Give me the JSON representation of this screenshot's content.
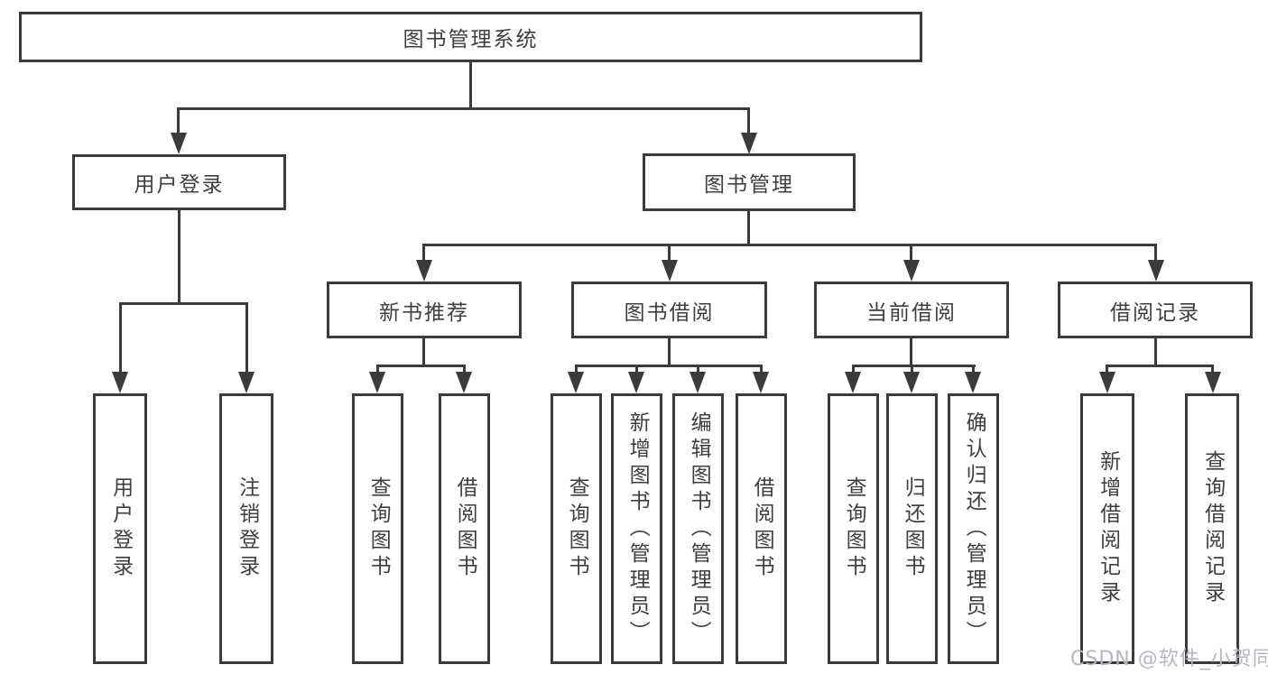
{
  "diagram": {
    "root": "图书管理系统",
    "user_login": {
      "label": "用户登录",
      "children": [
        "用户登录",
        "注销登录"
      ]
    },
    "book_management": {
      "label": "图书管理",
      "sections": {
        "new_books": {
          "label": "新书推荐",
          "children": [
            "查询图书",
            "借阅图书"
          ]
        },
        "book_borrowing": {
          "label": "图书借阅",
          "children": [
            "查询图书",
            "新增图书（管理员）",
            "编辑图书（管理员）",
            "借阅图书"
          ]
        },
        "current_borrowing": {
          "label": "当前借阅",
          "children": [
            "查询图书",
            "归还图书",
            "确认归还（管理员）"
          ]
        },
        "borrowing_records": {
          "label": "借阅记录",
          "children": [
            "新增借阅记录",
            "查询借阅记录"
          ]
        }
      }
    }
  },
  "watermark": "CSDN @软件_小贺同学",
  "colors": {
    "line": "#3b3b3b",
    "text": "#3f3f3f",
    "watermark": "#b4b8be"
  }
}
